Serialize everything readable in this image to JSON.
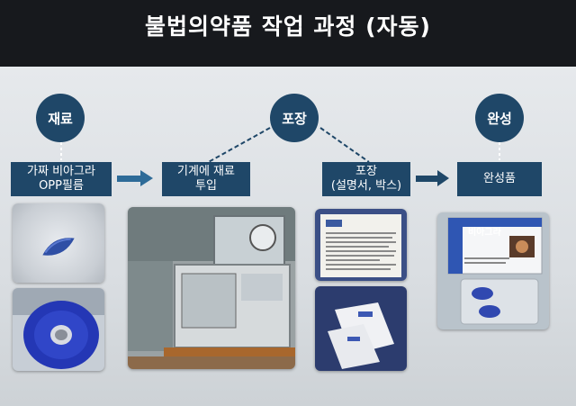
{
  "title": "불법의약품 작업 과정 (자동)",
  "stages": [
    {
      "circle": "재료",
      "box_lines": [
        "가짜 비아그라",
        "OPP필름"
      ]
    },
    {
      "circle": "포장",
      "box_lines": [
        "기계에 재료",
        "투입"
      ]
    },
    {
      "box_lines": [
        "포장",
        "(설명서, 박스)"
      ]
    },
    {
      "circle": "완성",
      "box_lines": [
        "완성품"
      ]
    }
  ],
  "product_label": "비아그라",
  "colors": {
    "navy": "#1f4768",
    "banner": "#17191d",
    "arrow": "#2e6b98"
  }
}
